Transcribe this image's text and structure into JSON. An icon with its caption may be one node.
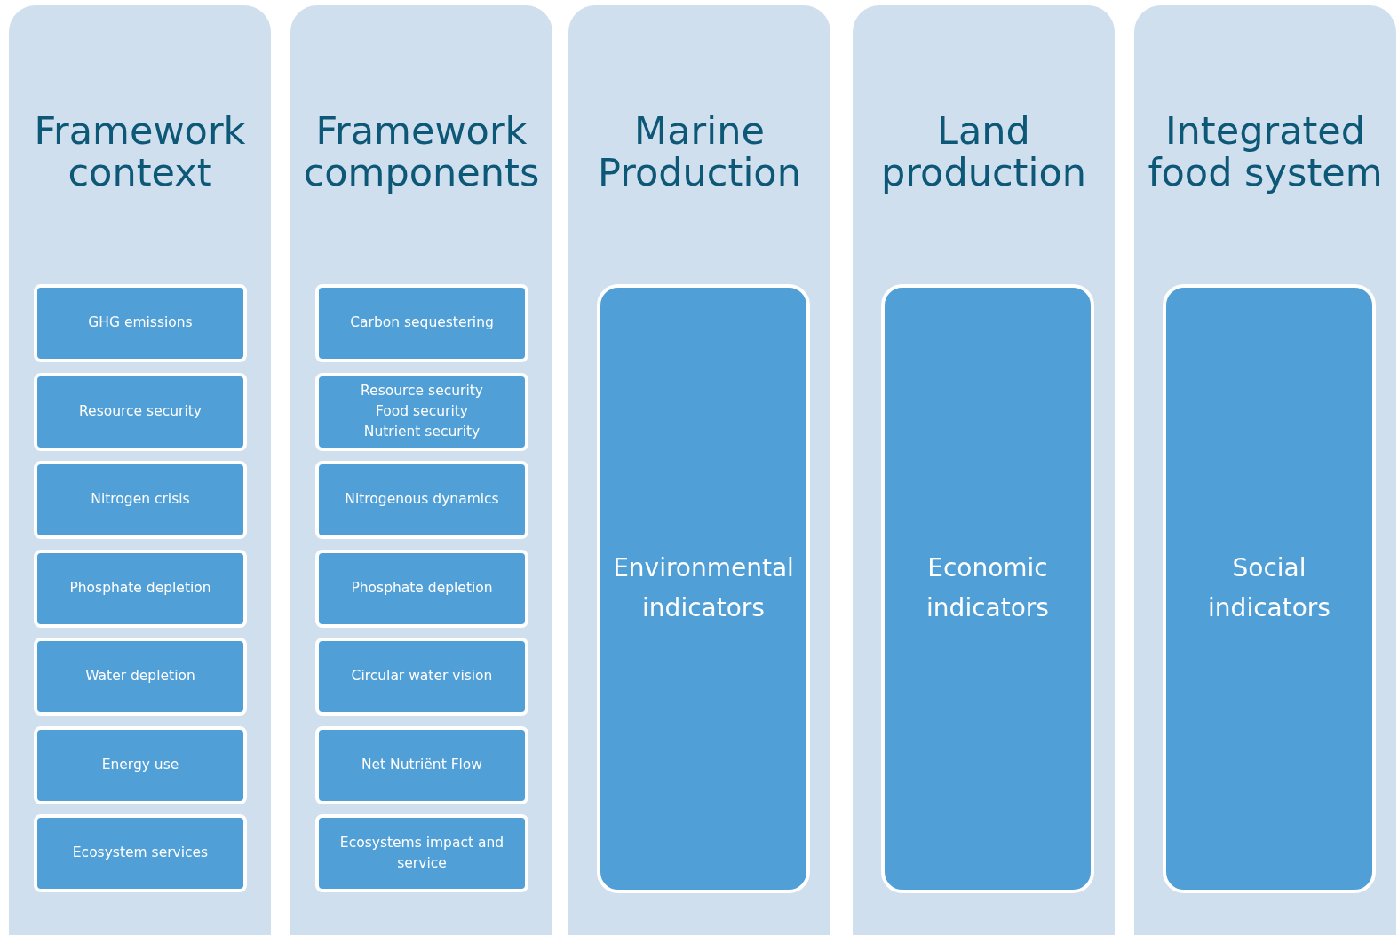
{
  "diagram": {
    "nodes": [
      {
        "text": [
          "Framework context"
        ]
      },
      {
        "text": [
          "GHG emissions"
        ],
        "in": 0
      },
      {
        "text": [
          "Resource security"
        ],
        "in": 0
      },
      {
        "text": [
          "Nitrogen crisis"
        ],
        "in": 0
      },
      {
        "text": [
          "Phosphate depletion"
        ],
        "in": 0
      },
      {
        "text": [
          "Water depletion"
        ],
        "in": 0
      },
      {
        "text": [
          "Energy use"
        ],
        "in": 0
      },
      {
        "text": [
          "Ecosystem services"
        ],
        "in": 0
      },
      {
        "text": [
          "Framework components"
        ]
      },
      {
        "text": [
          "Carbon sequestering"
        ],
        "in": 8
      },
      {
        "text": [
          "Resource security",
          "Food security",
          "Nutrient security"
        ],
        "in": 8
      },
      {
        "text": [
          "Nitrogenous dynamics"
        ],
        "in": 8
      },
      {
        "text": [
          "Phosphate depletion"
        ],
        "in": 8
      },
      {
        "text": [
          "Circular water vision"
        ],
        "in": 8
      },
      {
        "text": [
          "Net Nutriënt Flow"
        ],
        "in": 8
      },
      {
        "text": [
          "Ecosystems impact and service"
        ],
        "in": 8
      },
      {
        "text": [
          "Marine Production"
        ]
      },
      {
        "text": [
          "Environmental indicators"
        ],
        "in": 16
      },
      {
        "text": [
          "Land production"
        ]
      },
      {
        "text": [
          "Economic indicators"
        ],
        "in": 18
      },
      {
        "text": [
          "Integrated food system"
        ]
      },
      {
        "text": [
          "Social indicators"
        ],
        "in": 20
      }
    ]
  }
}
